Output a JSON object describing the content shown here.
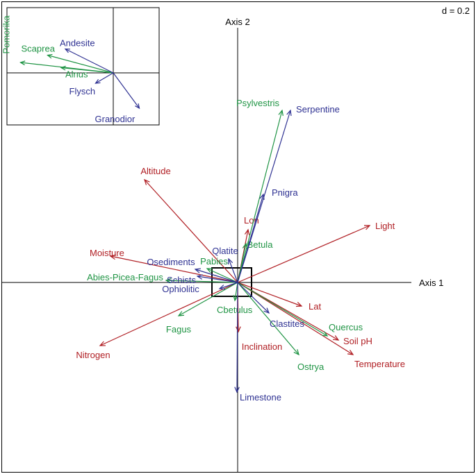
{
  "colors": {
    "env": "#b01e23",
    "species": "#1f9444",
    "substrate": "#2e3192",
    "axis": "#000000"
  },
  "chart_data": {
    "type": "biplot",
    "scale_label": "d = 0.2",
    "axis1_label": "Axis 1",
    "axis2_label": "Axis 2",
    "grid": false,
    "vectors": [
      {
        "label": "Altitude",
        "group": "env",
        "x": -1.34,
        "y": 1.48
      },
      {
        "label": "Lon",
        "group": "env",
        "x": 0.15,
        "y": 0.76
      },
      {
        "label": "Light",
        "group": "env",
        "x": 1.9,
        "y": 0.82
      },
      {
        "label": "Moisture",
        "group": "env",
        "x": -1.83,
        "y": 0.38
      },
      {
        "label": "Lat",
        "group": "env",
        "x": 0.92,
        "y": -0.34
      },
      {
        "label": "Soil pH",
        "group": "env",
        "x": 1.45,
        "y": -0.83
      },
      {
        "label": "Temperature",
        "group": "env",
        "x": 1.66,
        "y": -1.04
      },
      {
        "label": "Nitrogen",
        "group": "env",
        "x": -1.98,
        "y": -0.91
      },
      {
        "label": "Inclination",
        "group": "env",
        "x": 0.01,
        "y": -0.71
      },
      {
        "label": "Psylvestris",
        "group": "species",
        "x": 0.64,
        "y": 2.48
      },
      {
        "label": "Betula",
        "group": "species",
        "x": 0.12,
        "y": 0.56
      },
      {
        "label": "Pabies",
        "group": "species",
        "x": -0.44,
        "y": 0.2
      },
      {
        "label": "Abies-Picea-Fagus",
        "group": "species",
        "x": -1.03,
        "y": 0.03
      },
      {
        "label": "Cbetulus",
        "group": "species",
        "x": -0.04,
        "y": -0.26
      },
      {
        "label": "Fagus",
        "group": "species",
        "x": -0.85,
        "y": -0.48
      },
      {
        "label": "Quercus",
        "group": "species",
        "x": 1.29,
        "y": -0.77
      },
      {
        "label": "Ostrya",
        "group": "species",
        "x": 0.88,
        "y": -1.04
      },
      {
        "label": "Serpentine",
        "group": "substrate",
        "x": 0.76,
        "y": 2.48
      },
      {
        "label": "Pnigra",
        "group": "substrate",
        "x": 0.37,
        "y": 1.27
      },
      {
        "label": "Qlatite",
        "group": "substrate",
        "x": -0.13,
        "y": 0.34
      },
      {
        "label": "Osediments",
        "group": "substrate",
        "x": -0.61,
        "y": 0.19
      },
      {
        "label": "Schists",
        "group": "substrate",
        "x": -0.58,
        "y": 0.09
      },
      {
        "label": "Ophiolitic",
        "group": "substrate",
        "x": -0.26,
        "y": -0.09
      },
      {
        "label": "Clastites",
        "group": "substrate",
        "x": 0.45,
        "y": -0.44
      },
      {
        "label": "Limestone",
        "group": "substrate",
        "x": -0.01,
        "y": -1.58
      }
    ],
    "inset": {
      "vectors": [
        {
          "label": "Pomorika",
          "group": "species",
          "x": -0.89,
          "y": 0.1
        },
        {
          "label": "Scaprea",
          "group": "species",
          "x": -0.63,
          "y": 0.17
        },
        {
          "label": "Alnus",
          "group": "species",
          "x": -0.5,
          "y": 0.05
        },
        {
          "label": "Andesite",
          "group": "substrate",
          "x": -0.46,
          "y": 0.23
        },
        {
          "label": "Flysch",
          "group": "substrate",
          "x": -0.17,
          "y": -0.1
        },
        {
          "label": "Granodior",
          "group": "substrate",
          "x": 0.25,
          "y": -0.34
        }
      ]
    }
  }
}
